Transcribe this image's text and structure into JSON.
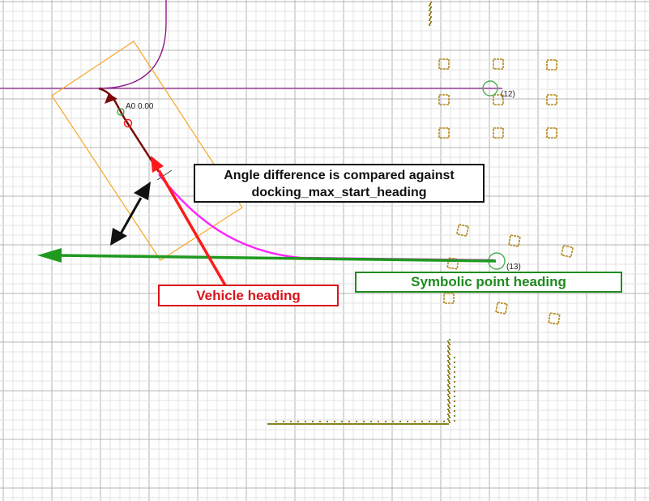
{
  "labels": {
    "angle_callout_line1": "Angle difference is compared against",
    "angle_callout_line2": "docking_max_start_heading",
    "vehicle_heading": "Vehicle heading",
    "symbolic_point_heading": "Symbolic point heading",
    "vehicle_marker": "A0 0.00",
    "point_12": "(12)",
    "point_13": "(13)"
  },
  "colors": {
    "grid_minor": "#e3e3e3",
    "grid_major": "#b4b4b4",
    "path_purple": "#8a1c8a",
    "path_magenta": "#ff22ff",
    "vehicle_outline": "#f5a623",
    "dark_red_path": "#7a0a0a",
    "vehicle_arrow": "#ff1a1a",
    "symbolic_arrow": "#1f9a1f",
    "angle_arrow": "#111111",
    "landmark": "#b58a1e",
    "point_circle": "#4caf50",
    "callout_vehicle": "#d9141b",
    "callout_symbolic": "#1f8b1f",
    "callout_angle": "#111111"
  },
  "icons": {
    "landmark": "landmark-square-icon",
    "symbolic_point": "symbolic-point-circle-icon"
  }
}
